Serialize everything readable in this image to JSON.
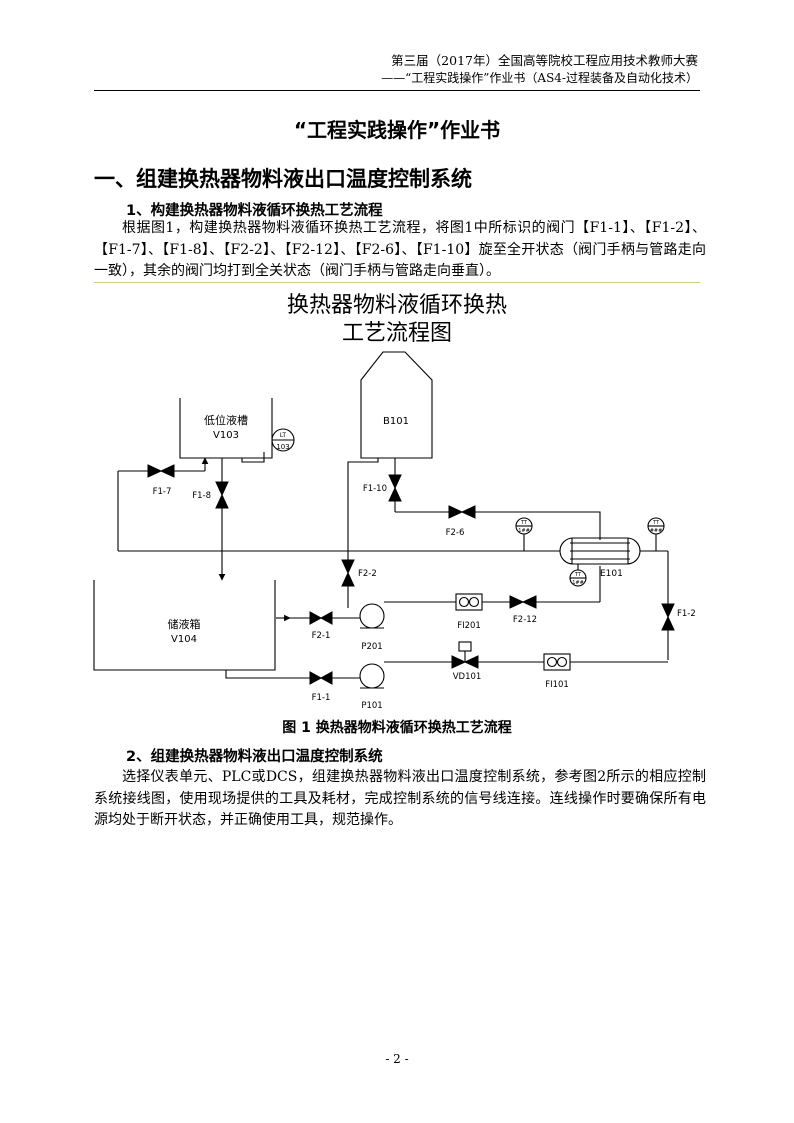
{
  "header": {
    "line1": "第三届（2017年）全国高等院校工程应用技术教师大赛",
    "line2": "——“工程实践操作”作业书（AS4-过程装备及自动化技术）"
  },
  "document_title": "“工程实践操作”作业书",
  "section": {
    "title": "一、组建换热器物料液出口温度控制系统",
    "sub1": {
      "title": "1、构建换热器物料液循环换热工艺流程",
      "text": "根据图1，构建换热器物料液循环换热工艺流程，将图1中所标识的阀门【F1-1】、【F1-2】、【F1-7】、【F1-8】、【F2-2】、【F2-12】、【F2-6】、【F1-10】旋至全开状态（阀门手柄与管路走向一致），其余的阀门均打到全关状态（阀门手柄与管路走向垂直）。"
    },
    "sub2": {
      "title": "2、组建换热器物料液出口温度控制系统",
      "text": "选择仪表单元、PLC或DCS，组建换热器物料液出口温度控制系统，参考图2所示的相应控制系统接线图，使用现场提供的工具及耗材，完成控制系统的信号线连接。连线操作时要确保所有电源均处于断开状态，并正确使用工具，规范操作。"
    }
  },
  "figure": {
    "title_line1": "换热器物料液循环换热",
    "title_line2": "工艺流程图",
    "caption": "图 1 换热器物料液循环换热工艺流程",
    "equipment": {
      "low_tank": "低位液槽",
      "low_tank_tag": "V103",
      "high_tank_tag": "B101",
      "storage_tank": "储液箱",
      "storage_tank_tag": "V104",
      "heat_exchanger": "E101",
      "pump_p201": "P201",
      "pump_p101": "P101",
      "flowmeter_fi201": "FI201",
      "flowmeter_fi101": "FI101",
      "control_valve": "VD101"
    },
    "valves": {
      "f1_7": "F1-7",
      "f1_8": "F1-8",
      "f1_10": "F1-10",
      "f2_6": "F2-6",
      "f2_2": "F2-2",
      "f2_1": "F2-1",
      "f2_12": "F2-12",
      "f1_2": "F1-2",
      "f1_1": "F1-1"
    },
    "instruments": {
      "li_top": "LT",
      "li_bottom": "103",
      "ti_e_top": "TT",
      "ti_e_bottom": "1##",
      "ti_r_top": "TT",
      "ti_r_bottom": "###",
      "ti_l_top": "TT",
      "ti_l_bottom": "1##"
    }
  },
  "page_number": "- 2 -"
}
